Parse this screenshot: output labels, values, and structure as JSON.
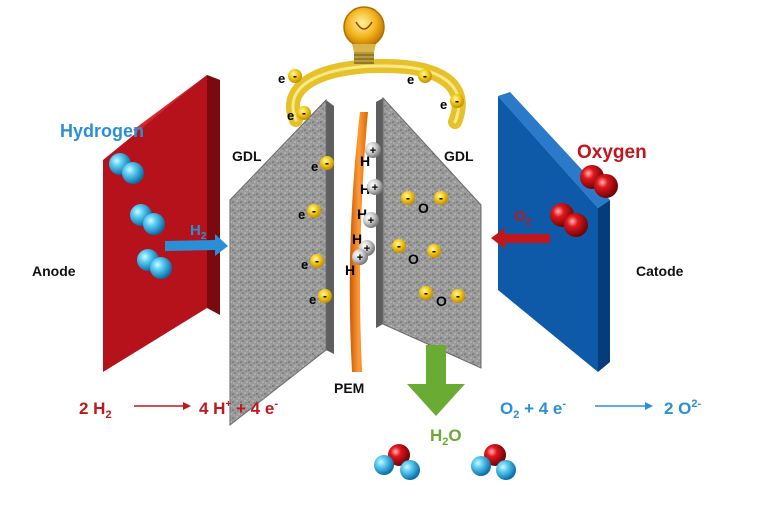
{
  "labels": {
    "hydrogen": "Hydrogen",
    "oxygen": "Oxygen",
    "anode": "Anode",
    "catode": "Catode",
    "gdl_left": "GDL",
    "gdl_right": "GDL",
    "pem": "PEM",
    "h2_arrow": "H2",
    "o2_arrow": "O2",
    "water": "H2O"
  },
  "particles": {
    "electron": "e",
    "electron_charge": "-",
    "proton": "H",
    "proton_charge": "+",
    "oxygen_ion": "O",
    "oxygen_charge": "-"
  },
  "equations": {
    "anode": {
      "lhs_coef": "2 H",
      "lhs_sub": "2",
      "rhs_a": "4 H",
      "rhs_a_sup": "+",
      "rhs_b": " + 4 e",
      "rhs_b_sup": "-"
    },
    "cathode": {
      "lhs_a": "O",
      "lhs_sub": "2",
      "lhs_b": " + 4 e",
      "lhs_b_sup": "-",
      "rhs": "2 O",
      "rhs_sup": "2-"
    }
  },
  "colors": {
    "hydrogen_blue": "#2b8fd8",
    "oxygen_red": "#c0161c",
    "anode_red": "#b5121b",
    "cathode_blue": "#0f5aa8",
    "gdl_gray": "#8e8e8e",
    "pem_orange": "#f07f1a",
    "water_green": "#6aab34",
    "wire_yellow": "#e6c12a",
    "electron_yellow": "#f2c81a"
  }
}
